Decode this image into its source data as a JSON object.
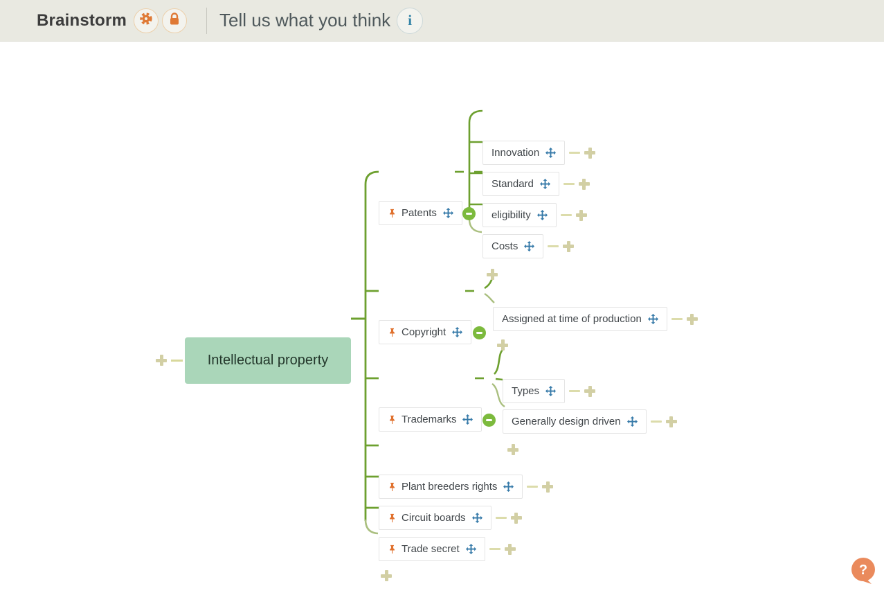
{
  "header": {
    "app_title": "Brainstorm",
    "prompt": "Tell us what you think",
    "info_glyph": "i",
    "icons": [
      "gear-icon",
      "lock-icon",
      "info-icon"
    ]
  },
  "map": {
    "root": {
      "label": "Intellectual property"
    },
    "branches": [
      {
        "label": "Patents",
        "pinned": true,
        "collapsed": false,
        "children": [
          "Innovation",
          "Standard",
          "eligibility",
          "Costs"
        ]
      },
      {
        "label": "Copyright",
        "pinned": true,
        "collapsed": false,
        "children": [
          "Assigned at time of production"
        ]
      },
      {
        "label": "Trademarks",
        "pinned": true,
        "collapsed": false,
        "children": [
          "Types",
          "Generally design driven"
        ]
      },
      {
        "label": "Plant breeders rights",
        "pinned": true,
        "children": []
      },
      {
        "label": "Circuit boards",
        "pinned": true,
        "children": []
      },
      {
        "label": "Trade secret",
        "pinned": true,
        "children": []
      }
    ]
  },
  "help": {
    "glyph": "?"
  },
  "colors": {
    "header_bg": "#e9e9e1",
    "accent_orange": "#df7935",
    "root_node_green": "#aad6b9",
    "branch_line_green": "#6da02f",
    "collapse_green": "#7cba3d",
    "plus_tan": "#d2cfa4",
    "move_handle_blue": "#3579a8",
    "info_blue": "#3584a7",
    "help_bubble_orange": "#ea8a5c"
  }
}
